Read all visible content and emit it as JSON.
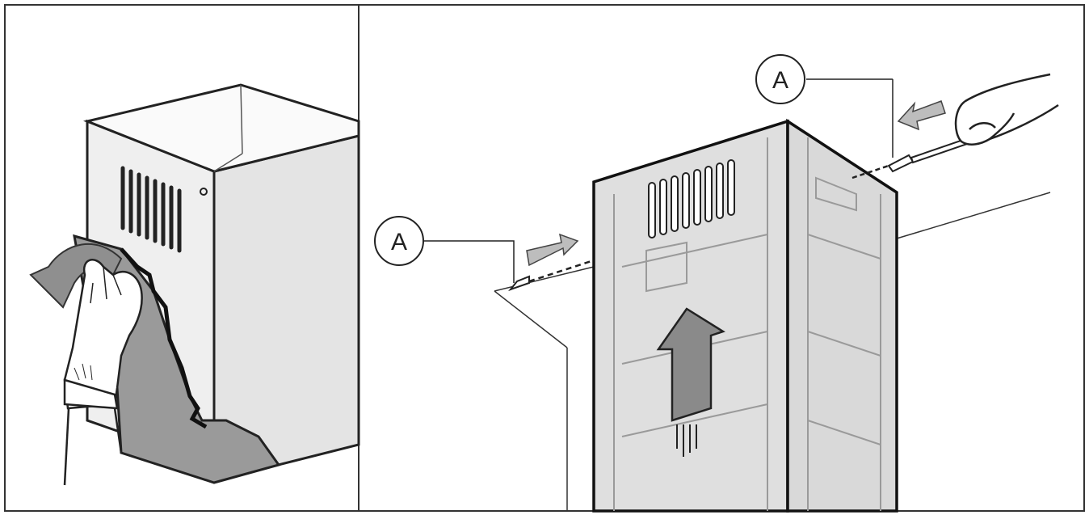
{
  "diagram": {
    "callouts": [
      {
        "id": "callout-right",
        "letter": "A"
      },
      {
        "id": "callout-left",
        "letter": "A"
      }
    ],
    "colors": {
      "line": "#222222",
      "arrow_gray": "#8f8f8f",
      "arrow_light": "#bdbdbd",
      "panel_fill": "#d9d9d9",
      "liner_fill": "#9a9a9a",
      "box_fill": "#f2f2f2"
    }
  }
}
